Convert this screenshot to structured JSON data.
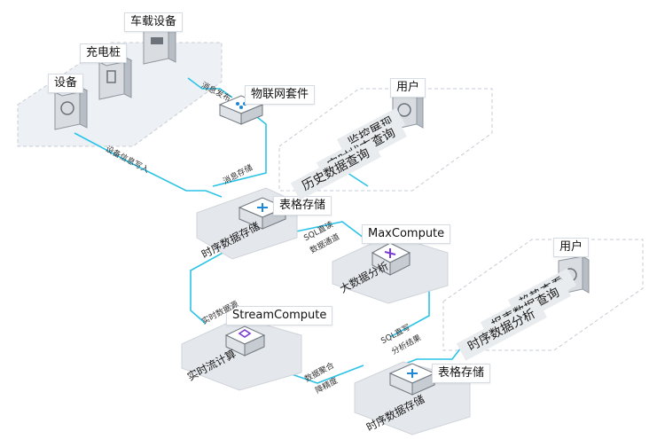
{
  "devices": {
    "vehicle": "车载设备",
    "charger": "充电桩",
    "device": "设备"
  },
  "iot_suite": "物联网套件",
  "table_store_1": {
    "title": "表格存储",
    "slab": "时序数据存储"
  },
  "table_store_2": {
    "title": "表格存储",
    "slab": "时序数据存储"
  },
  "maxcompute": {
    "title": "MaxCompute",
    "slab": "大数据分析"
  },
  "streamcompute": {
    "title": "StreamCompute",
    "slab": "实时流计算"
  },
  "user_top": {
    "title": "用户",
    "items": [
      "监控展现",
      "实时状态查询",
      "历史数据查询"
    ]
  },
  "user_bottom": {
    "title": "用户",
    "items": [
      "趋势查看",
      "报表数据查询",
      "时序数据分析"
    ]
  },
  "flows": {
    "msg_publish": "消息发布",
    "device_info_write": "设备信息写入",
    "msg_store": "消息存储",
    "sql_direct": "SQL直读",
    "data_channel": "数据通道",
    "realtime_source": "实时数据源",
    "sql_writeback": "SQL直写",
    "analysis_result": "分析结果",
    "data_agg": "数据聚合",
    "downsample": "降精度"
  },
  "colors": {
    "line": "#2bc3e8",
    "slab": "#e4e7eb",
    "dashed": "#c5cbd3",
    "icon": "#1e88d4"
  }
}
